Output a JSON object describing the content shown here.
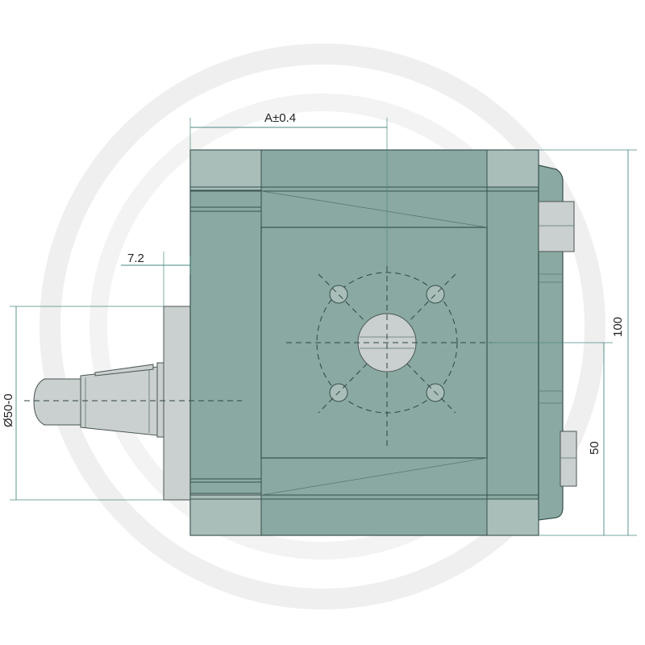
{
  "dimensions": {
    "center_distance": "A±0.4",
    "flange_offset": "7.2",
    "pilot_diameter": "Ø50-0",
    "overall_height": "100",
    "center_height": "50"
  },
  "colors": {
    "housing": "#8aa9a3",
    "housing_outline": "#37504c",
    "shaft": "#c9d0cf",
    "dimension_line": "#4a8a80",
    "watermark": "#eeeeee"
  }
}
